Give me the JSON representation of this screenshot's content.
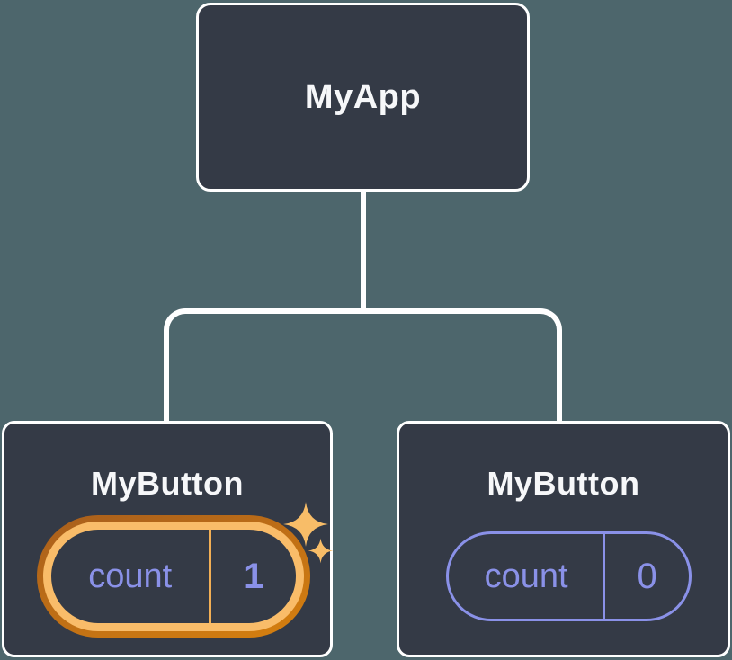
{
  "title": "React component tree state diagram",
  "colors": {
    "background": "#4D666C",
    "card": "#343A46",
    "line": "#FFFFFF",
    "text_primary": "#F6F7F9",
    "state_purple": "#8A91E8",
    "glow_outer_top": "#A85E1C",
    "glow_outer_bottom": "#D6800F",
    "glow_inner": "#F9BC69",
    "divider_gold": "#F2AF55",
    "sparkle": "#F8BD68"
  },
  "icons": {
    "sparkles": "four-point-sparkle"
  },
  "tree": {
    "root": {
      "label": "MyApp"
    },
    "children": [
      {
        "label": "MyButton",
        "state": {
          "key": "count",
          "value": "1"
        },
        "highlighted": true
      },
      {
        "label": "MyButton",
        "state": {
          "key": "count",
          "value": "0"
        },
        "highlighted": false
      }
    ]
  }
}
